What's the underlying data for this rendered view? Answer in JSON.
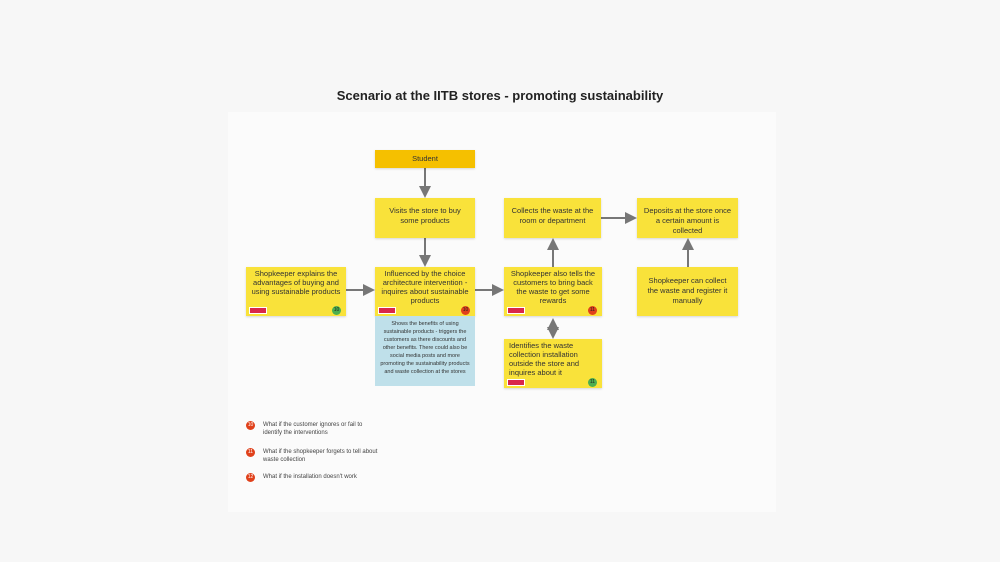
{
  "title": "Scenario at the IITB stores - promoting sustainability",
  "nodes": {
    "student": "Student",
    "visits": "Visits the store to buy some products",
    "explains": "Shopkeeper explains the advantages of buying and using sustainable products",
    "influenced": "Influenced by the choice architecture intervention - inquires about sustainable products",
    "influenced_note": "Shows the benefits of using sustainable products - triggers the customers as there discounts and other benefits. There could also be social media posts and more promoting the sustainability products and waste collection at the stores",
    "tells": "Shopkeeper also tells the customers to bring back the waste to get some rewards",
    "identifies": "Identifies the waste collection installation outside the store and inquires about it",
    "collects": "Collects the waste at the room or department",
    "deposits": "Deposits at the store once a certain amount is collected",
    "manual": "Shopkeeper can collect the waste and register it manually"
  },
  "badges": {
    "explains": "10",
    "influenced": "10",
    "tells": "11",
    "identifies": "11"
  },
  "legend": [
    {
      "num": "10",
      "text": "What if the customer ignores or fail to identify the interventions"
    },
    {
      "num": "11",
      "text": "What if the shopkeeper forgets to tell about waste collection"
    },
    {
      "num": "12",
      "text": "What if the installation doesn't work"
    }
  ]
}
